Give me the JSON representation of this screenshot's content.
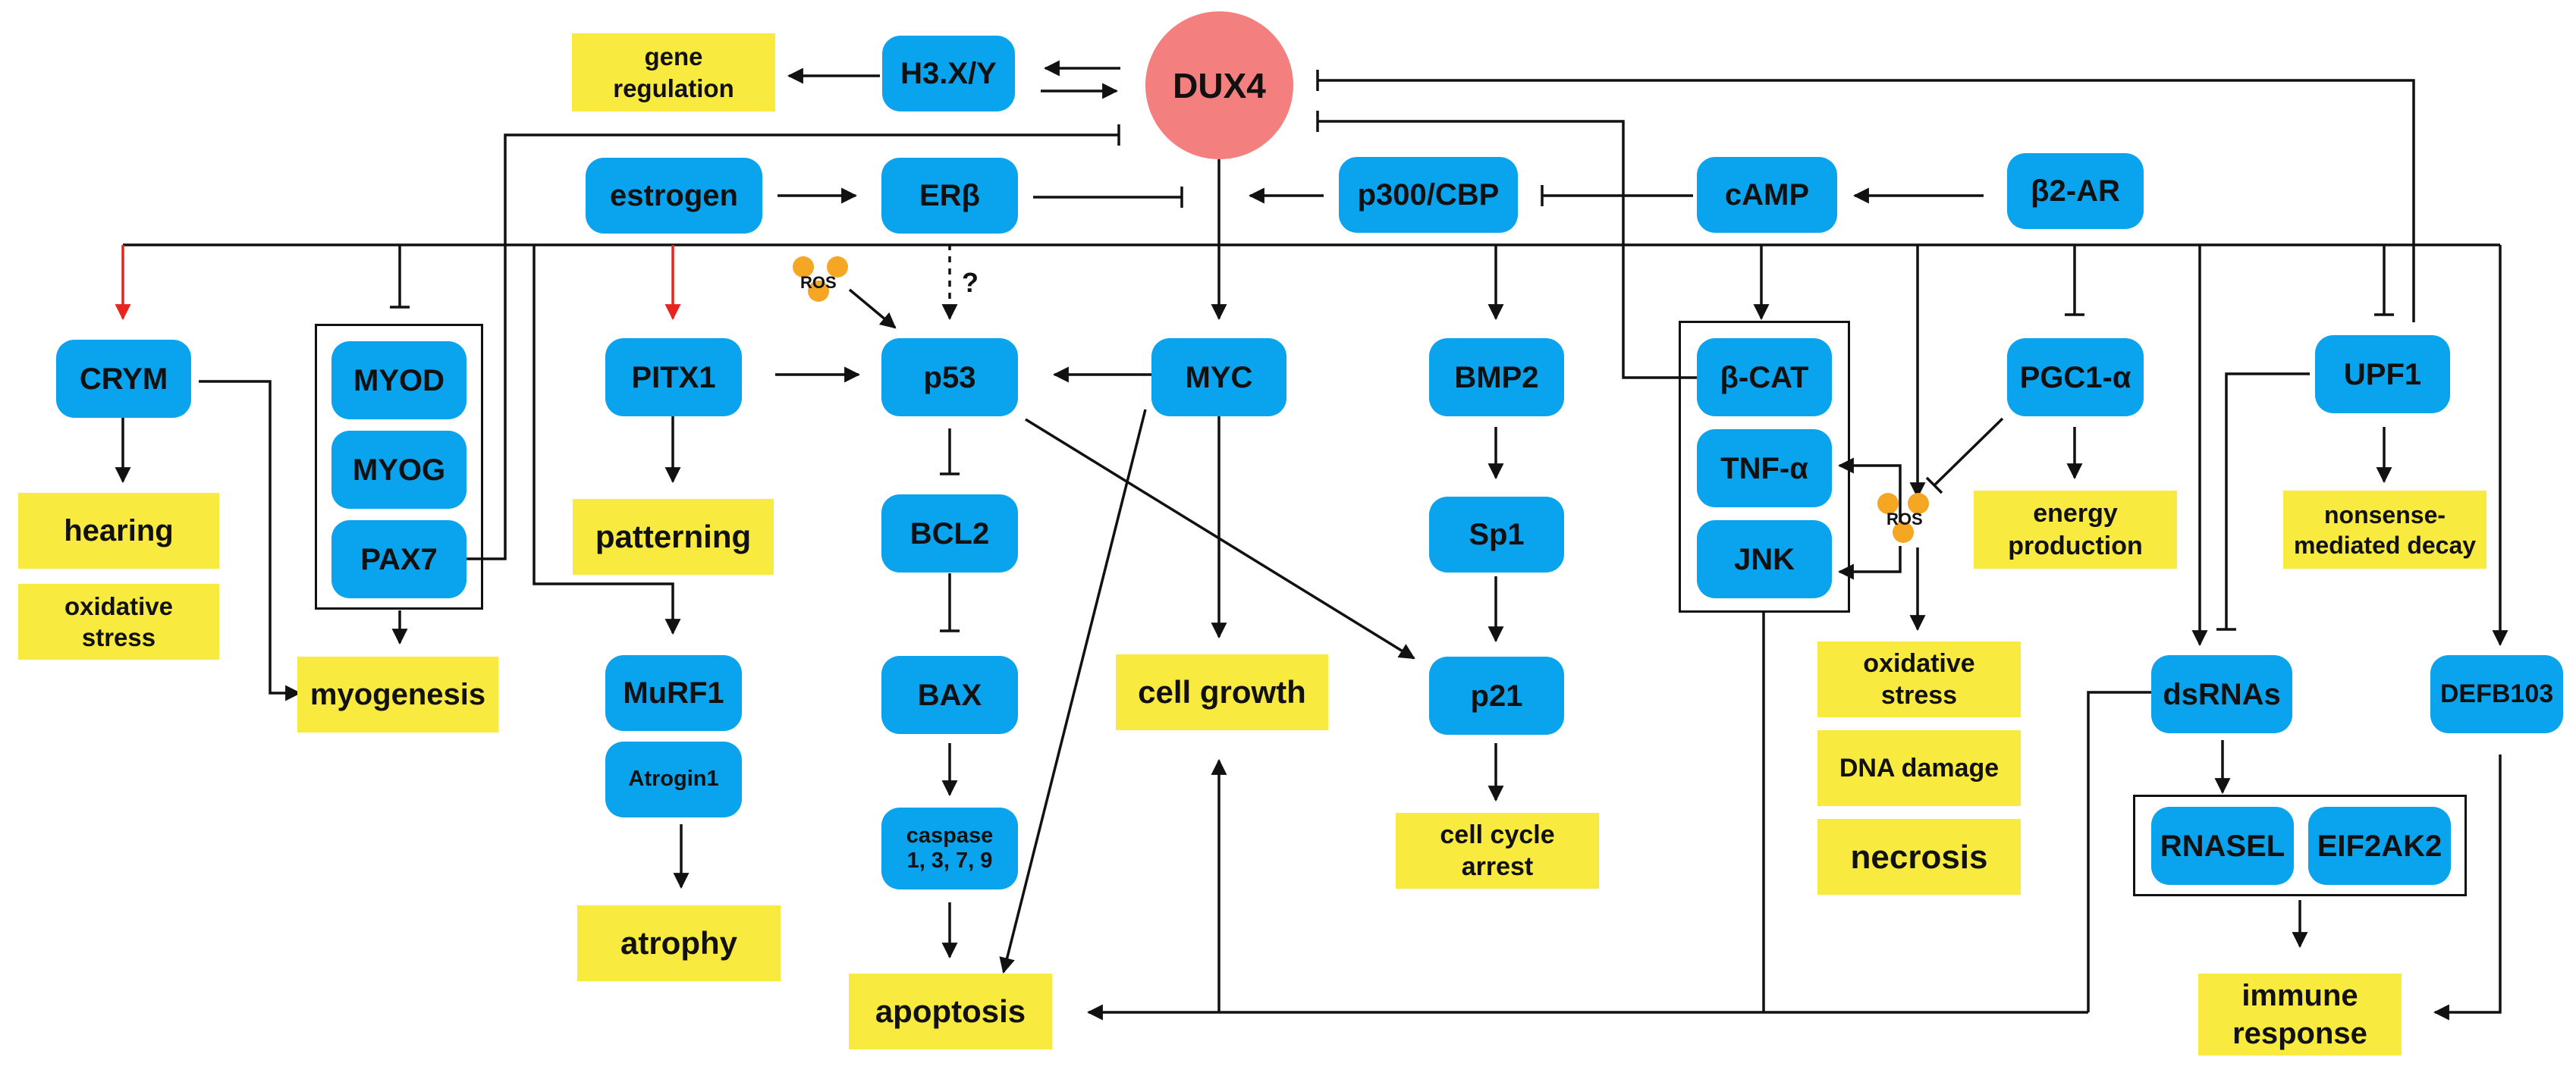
{
  "hub": {
    "label": "DUX4"
  },
  "nodes": {
    "h3xy": "H3.X/Y",
    "estrogen": "estrogen",
    "erb": "ERβ",
    "p300cbp": "p300/CBP",
    "camp": "cAMP",
    "b2ar": "β2-AR",
    "crym": "CRYM",
    "myod": "MYOD",
    "myog": "MYOG",
    "pax7": "PAX7",
    "pitx1": "PITX1",
    "p53": "p53",
    "myc": "MYC",
    "bmp2": "BMP2",
    "bcat": "β-CAT",
    "tnfa": "TNF-α",
    "jnk": "JNK",
    "pgc1a": "PGC1-α",
    "upf1": "UPF1",
    "bcl2": "BCL2",
    "bax": "BAX",
    "caspase_l1": "caspase",
    "caspase_l2": "1, 3, 7, 9",
    "murf1": "MuRF1",
    "atrogin1": "Atrogin1",
    "sp1": "Sp1",
    "p21": "p21",
    "dsrnas": "dsRNAs",
    "defb103": "DEFB103",
    "rnasel": "RNASEL",
    "eif2ak2": "EIF2AK2"
  },
  "outcomes": {
    "gene_regulation_l1": "gene",
    "gene_regulation_l2": "regulation",
    "hearing": "hearing",
    "oxidative_stress_left_l1": "oxidative",
    "oxidative_stress_left_l2": "stress",
    "myogenesis": "myogenesis",
    "patterning": "patterning",
    "atrophy": "atrophy",
    "apoptosis": "apoptosis",
    "cell_growth": "cell growth",
    "cell_cycle_arrest_l1": "cell cycle",
    "cell_cycle_arrest_l2": "arrest",
    "oxidative_stress_right_l1": "oxidative",
    "oxidative_stress_right_l2": "stress",
    "dna_damage": "DNA damage",
    "necrosis": "necrosis",
    "energy_production_l1": "energy",
    "energy_production_l2": "production",
    "nmd_l1": "nonsense-",
    "nmd_l2": "mediated decay",
    "immune_response_l1": "immune",
    "immune_response_l2": "response"
  },
  "markers": {
    "ros": "ROS",
    "question": "?"
  },
  "colors": {
    "node_fill": "#0aa3ee",
    "outcome_fill": "#f8ea3e",
    "hub_fill": "#f47f7f",
    "ros_fill": "#f5a623",
    "activation_red": "#e8241f",
    "line": "#111111"
  }
}
